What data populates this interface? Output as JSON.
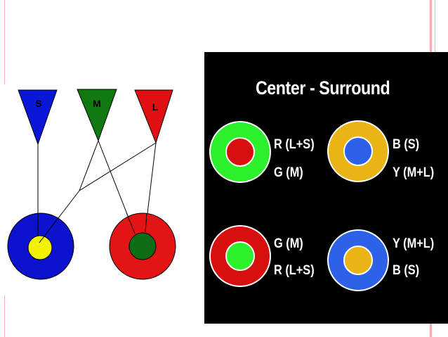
{
  "colors": {
    "s_cone": "#0a16d8",
    "m_cone": "#107a10",
    "l_cone": "#e01010",
    "blue_cell": "#0d12cf",
    "yellow_center": "#f2f200",
    "red_cell": "#e31414",
    "green_center": "#0f6d15",
    "bright_green": "#2cf02c",
    "bright_red": "#d80f0f",
    "amber": "#eab417",
    "bright_blue": "#2c61e8",
    "panel_bg": "#000000",
    "slide_accent": "#efb0aa"
  },
  "cones": {
    "s": {
      "label": "S"
    },
    "m": {
      "label": "M"
    },
    "l": {
      "label": "L"
    }
  },
  "panel": {
    "title": "Center - Surround",
    "cells": [
      {
        "surround": "bright_green",
        "center": "bright_red",
        "line1": "R (L+S)",
        "line2": "G (M)"
      },
      {
        "surround": "amber",
        "center": "bright_blue",
        "line1": "B (S)",
        "line2": "Y (M+L)"
      },
      {
        "surround": "bright_red",
        "center": "bright_green",
        "line1": "G (M)",
        "line2": "R (L+S)"
      },
      {
        "surround": "bright_blue",
        "center": "amber",
        "line1": "Y (M+L)",
        "line2": "B (S)"
      }
    ]
  }
}
